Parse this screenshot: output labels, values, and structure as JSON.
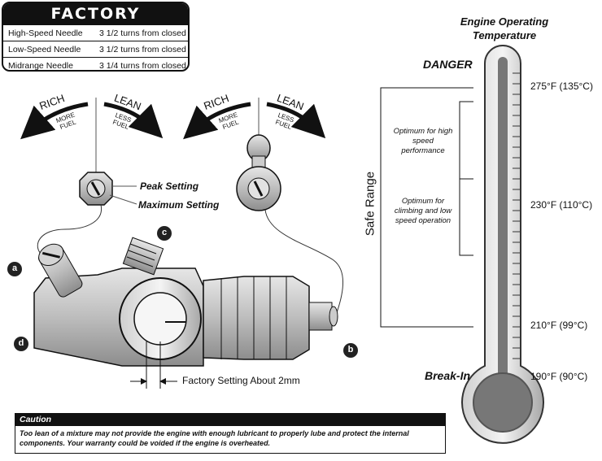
{
  "factory_settings": {
    "title": "FACTORY SETTINGS",
    "rows": [
      {
        "name": "High-Speed Needle",
        "value": "3 1/2 turns from closed"
      },
      {
        "name": "Low-Speed Needle",
        "value": "3 1/2 turns from closed"
      },
      {
        "name": "Midrange Needle",
        "value": "3 1/4 turns from closed"
      }
    ]
  },
  "left_dial": {
    "rich": "RICH",
    "lean": "LEAN",
    "more_fuel": "MORE FUEL",
    "less_fuel": "LESS FUEL"
  },
  "right_dial": {
    "rich": "RICH",
    "lean": "LEAN",
    "more_fuel": "MORE FUEL",
    "less_fuel": "LESS FUEL"
  },
  "callouts": {
    "peak_setting": "Peak Setting",
    "maximum_setting": "Maximum Setting",
    "factory_setting": "Factory Setting About 2mm"
  },
  "badges": {
    "a": "a",
    "b": "b",
    "c": "c",
    "d": "d"
  },
  "thermometer": {
    "title_line1": "Engine Operating",
    "title_line2": "Temperature",
    "danger": "DANGER",
    "break_in": "Break-In",
    "safe_range": "Safe Range",
    "optimum_high": "Optimum for high speed performance",
    "optimum_low": "Optimum for climbing and low speed operation",
    "temps": [
      "275°F (135°C)",
      "230°F (110°C)",
      "210°F (99°C)",
      "190°F (90°C)"
    ]
  },
  "caution": {
    "title": "Caution",
    "body": "Too lean of a mixture may not provide the engine with enough lubricant to properly lube and protect the internal components.  Your warranty could be voided if the engine is overheated."
  }
}
